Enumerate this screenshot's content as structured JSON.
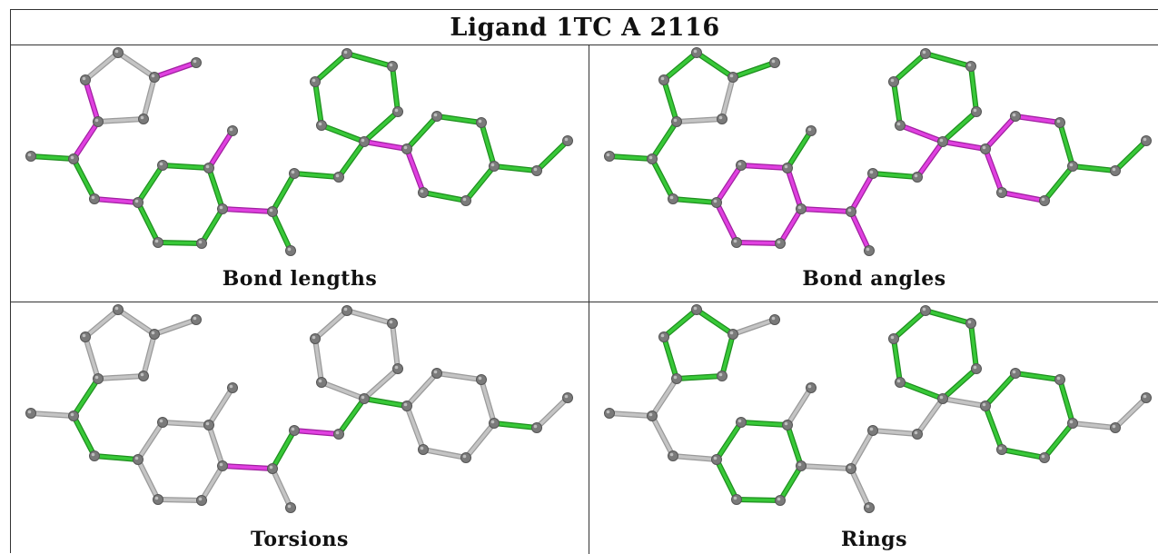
{
  "title": "Ligand 1TC A 2116",
  "colors": {
    "gray": "#c4c4c4",
    "green": "#38c838",
    "magenta": "#e040e0",
    "atom": "#7a7a7a"
  },
  "panels": [
    {
      "caption": "Bond lengths",
      "colors": {
        "magenta": [
          [
            6,
            9
          ],
          [
            0,
            1
          ],
          [
            3,
            4
          ],
          [
            17,
            18
          ],
          [
            12,
            13
          ],
          [
            9,
            10
          ],
          [
            13,
            14
          ],
          [
            18,
            20
          ],
          [
            22,
            26
          ],
          [
            23,
            26
          ]
        ],
        "gray": [
          [
            4,
            5
          ],
          [
            5,
            6
          ],
          [
            2,
            3
          ]
        ]
      }
    },
    {
      "caption": "Bond angles",
      "colors": {
        "magenta": [
          [
            9,
            10
          ],
          [
            10,
            11
          ],
          [
            11,
            12
          ],
          [
            12,
            13
          ],
          [
            14,
            9
          ],
          [
            13,
            15
          ],
          [
            15,
            16
          ],
          [
            15,
            17
          ],
          [
            17,
            18
          ],
          [
            18,
            20
          ],
          [
            18,
            25
          ],
          [
            25,
            26
          ],
          [
            26,
            27
          ],
          [
            23,
            26
          ],
          [
            21,
            22
          ],
          [
            22,
            23
          ]
        ],
        "gray": [
          [
            4,
            5
          ],
          [
            2,
            3
          ]
        ]
      }
    },
    {
      "caption": "Torsions",
      "colors": {
        "magenta": [
          [
            13,
            15
          ],
          [
            16,
            17
          ]
        ],
        "green": [
          [
            6,
            8
          ],
          [
            8,
            9
          ],
          [
            16,
            15
          ],
          [
            17,
            18
          ],
          [
            18,
            25
          ],
          [
            28,
            29
          ],
          [
            19,
            20
          ]
        ],
        "default": "gray"
      }
    },
    {
      "caption": "Rings",
      "colors": {
        "green": [
          [
            2,
            3
          ],
          [
            3,
            4
          ],
          [
            4,
            5
          ],
          [
            5,
            6
          ],
          [
            6,
            2
          ],
          [
            9,
            10
          ],
          [
            10,
            11
          ],
          [
            11,
            12
          ],
          [
            12,
            13
          ],
          [
            13,
            14
          ],
          [
            14,
            9
          ],
          [
            18,
            19
          ],
          [
            19,
            20
          ],
          [
            20,
            21
          ],
          [
            21,
            22
          ],
          [
            22,
            23
          ],
          [
            23,
            18
          ],
          [
            25,
            26
          ],
          [
            26,
            27
          ],
          [
            27,
            28
          ],
          [
            28,
            29
          ],
          [
            29,
            30
          ],
          [
            30,
            25
          ]
        ],
        "default": "gray"
      }
    }
  ]
}
